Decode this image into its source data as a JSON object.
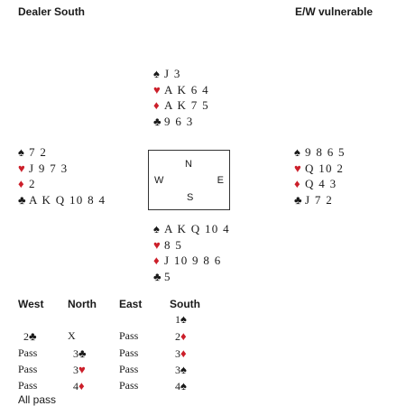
{
  "header": {
    "dealer": "Dealer South",
    "vulnerability": "E/W vulnerable"
  },
  "compass": {
    "north": "N",
    "south": "S",
    "west": "W",
    "east": "E"
  },
  "hands": {
    "north": [
      {
        "suit": "♠",
        "cards": "J 3",
        "color": "black"
      },
      {
        "suit": "♥",
        "cards": "A K 6 4",
        "color": "red"
      },
      {
        "suit": "♦",
        "cards": "A K 7 5",
        "color": "red"
      },
      {
        "suit": "♣",
        "cards": "9 6 3",
        "color": "black"
      }
    ],
    "west": [
      {
        "suit": "♠",
        "cards": "7 2",
        "color": "black"
      },
      {
        "suit": "♥",
        "cards": "J 9 7 3",
        "color": "red"
      },
      {
        "suit": "♦",
        "cards": "2",
        "color": "red"
      },
      {
        "suit": "♣",
        "cards": "A K Q 10 8 4",
        "color": "black"
      }
    ],
    "east": [
      {
        "suit": "♠",
        "cards": "9 8 6 5",
        "color": "black"
      },
      {
        "suit": "♥",
        "cards": "Q 10 2",
        "color": "red"
      },
      {
        "suit": "♦",
        "cards": "Q 4 3",
        "color": "red"
      },
      {
        "suit": "♣",
        "cards": "J 7 2",
        "color": "black"
      }
    ],
    "south": [
      {
        "suit": "♠",
        "cards": "A K Q 10 4",
        "color": "black"
      },
      {
        "suit": "♥",
        "cards": "8 5",
        "color": "red"
      },
      {
        "suit": "♦",
        "cards": "J 10 9 8 6",
        "color": "red"
      },
      {
        "suit": "♣",
        "cards": "5",
        "color": "black"
      }
    ]
  },
  "auction": {
    "headers": [
      "West",
      "North",
      "East",
      "South"
    ],
    "rows": [
      [
        null,
        null,
        null,
        {
          "level": "1",
          "suit": "♠",
          "color": "black"
        }
      ],
      [
        {
          "level": "2",
          "suit": "♣",
          "color": "black"
        },
        {
          "text": "X"
        },
        {
          "text": "Pass"
        },
        {
          "level": "2",
          "suit": "♦",
          "color": "red"
        }
      ],
      [
        {
          "text": "Pass"
        },
        {
          "level": "3",
          "suit": "♣",
          "color": "black"
        },
        {
          "text": "Pass"
        },
        {
          "level": "3",
          "suit": "♦",
          "color": "red"
        }
      ],
      [
        {
          "text": "Pass"
        },
        {
          "level": "3",
          "suit": "♥",
          "color": "red"
        },
        {
          "text": "Pass"
        },
        {
          "level": "3",
          "suit": "♠",
          "color": "black"
        }
      ],
      [
        {
          "text": "Pass"
        },
        {
          "level": "4",
          "suit": "♦",
          "color": "red"
        },
        {
          "text": "Pass"
        },
        {
          "level": "4",
          "suit": "♠",
          "color": "black"
        }
      ]
    ],
    "final": "All pass"
  }
}
